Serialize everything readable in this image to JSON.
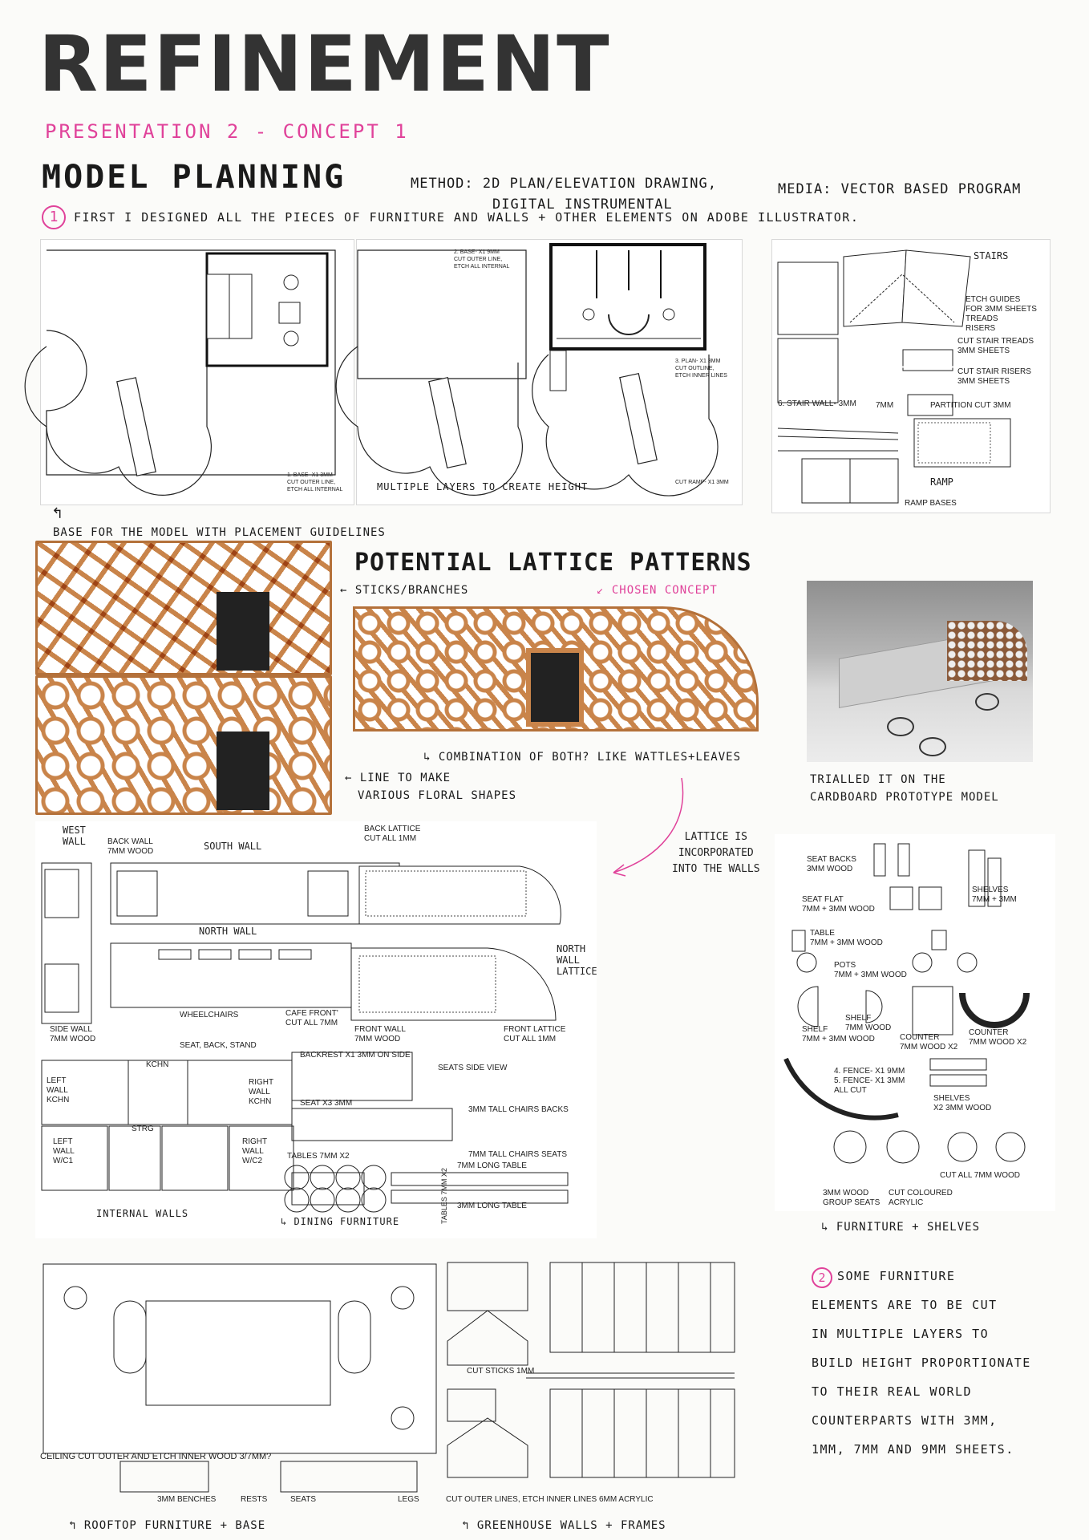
{
  "header": {
    "title": "REFINEMENT",
    "subtitle": "PRESENTATION 2 - CONCEPT 1"
  },
  "planning": {
    "heading": "MODEL PLANNING",
    "method": "METHOD: 2D PLAN/ELEVATION DRAWING,",
    "method2": "DIGITAL INSTRUMENTAL",
    "media": "MEDIA: VECTOR BASED PROGRAM",
    "step1_num": "1",
    "step1_text": "FIRST I DESIGNED ALL THE PIECES OF FURNITURE AND WALLS + OTHER ELEMENTS ON ADOBE ILLUSTRATOR.",
    "base1_label": "1. BASE- x1 3mm\nCUT OUTER LINE,\nETCH ALL INTERNAL",
    "base2_label": "2. BASE- x1 9mm\nCUT OUTER LINE,\nETCH ALL INTERNAL",
    "plan_label": "3. PLAN- x1 3mm\nCUT OUTLINE,\nETCH INNER LINES",
    "cut_ramp": "CUT RAMP- x1 3mm",
    "layers_note": "MULTIPLE LAYERS TO CREATE HEIGHT",
    "base_note": "BASE FOR THE MODEL WITH PLACEMENT GUIDELINES",
    "stairs": "STAIRS",
    "etch_guides": "ETCH GUIDES\nFOR 3mm SHEETS\nTREADS\nRISERS",
    "cut_treads": "CUT STAIR TREADS\n3mm SHEETS",
    "cut_risers": "CUT STAIR RISERS\n3mm SHEETS",
    "stair_wall": "6. STAIR WALL- 3mm",
    "seven_mm": "7MM",
    "partition": "PARTITION CUT 3MM",
    "ramp": "RAMP",
    "ramp_bases": "RAMP BASES"
  },
  "lattice": {
    "heading": "POTENTIAL LATTICE PATTERNS",
    "sticks": "STICKS/BRANCHES",
    "chosen": "CHOSEN CONCEPT",
    "combo": "COMBINATION OF BOTH? LIKE WATTLES+LEAVES",
    "line1": "LINE TO MAKE",
    "line2": "VARIOUS FLORAL SHAPES",
    "trial1": "TRIALLED IT ON THE",
    "trial2": "CARDBOARD PROTOTYPE MODEL",
    "incorporated": "LATTICE IS\nINCORPORATED\nINTO THE WALLS"
  },
  "walls": {
    "west": "WEST\nWALL",
    "back_wall": "BACK WALL\n7MM WOOD",
    "south": "SOUTH WALL",
    "back_lattice": "BACK LATTICE\nCUT ALL 1MM",
    "north": "NORTH WALL",
    "north_lattice": "NORTH\nWALL\nLATTICE",
    "side_wall": "SIDE WALL\n7MM WOOD",
    "wheelchairs": "WHEELCHAIRS",
    "seat_back_stand": "SEAT, BACK, STAND",
    "cafe_front": "CAFE FRONT'\nCUT ALL 7MM",
    "front_wall": "FRONT WALL\n7MM WOOD",
    "front_lattice": "FRONT LATTICE\nCUT ALL 1MM",
    "kchn": "KCHN",
    "left_wall_kchn": "LEFT\nWALL\nKCHN",
    "right_wall_kchn": "RIGHT\nWALL\nKCHN",
    "strg": "STRG",
    "left_wall_wc1": "LEFT\nWALL\nW/C1",
    "right_wall_wc2": "RIGHT\nWALL\nW/C2",
    "internal": "INTERNAL WALLS",
    "backrest": "BACKREST x1 3MM ON SIDE",
    "seats_side": "SEATS SIDE VIEW",
    "seat_x3": "SEAT x3 3MM",
    "tall_backs": "3MM TALL CHAIRS BACKS",
    "tall_seats": "7MM TALL CHAIRS SEATS",
    "long_table7": "7MM LONG TABLE",
    "long_table3": "3MM LONG TABLE",
    "tables7": "TABLES 7MM x2",
    "tables7v": "TABLES 7MM x2",
    "dining": "DINING FURNITURE"
  },
  "furniture": {
    "seat_backs": "SEAT BACKS\n3MM WOOD",
    "seat_flat": "SEAT FLAT\n7MM + 3MM WOOD",
    "shelves_top": "SHELVES\n7MM + 3MM",
    "table": "TABLE\n7MM + 3MM WOOD",
    "pots": "POTS\n7MM + 3MM WOOD",
    "shelf1": "SHELF\n7MM + 3MM WOOD",
    "shelf2": "SHELF\n7MM WOOD",
    "counter1": "COUNTER\n7MM WOOD x2",
    "counter2": "COUNTER\n7MM WOOD x2",
    "fence": "4. FENCE- x1 9mm\n5. FENCE- x1 3mm\nALL CUT",
    "shelves_x2": "SHELVES\nx2 3MM WOOD",
    "group_seats": "3MM WOOD\nGROUP SEATS",
    "acrylic": "CUT COLOURED\nACRYLIC",
    "cut_all7": "CUT ALL 7MM WOOD",
    "caption": "FURNITURE + SHELVES"
  },
  "rooftop": {
    "ceiling": "CEILING CUT OUTER AND ETCH INNER WOOD 3/7MM?",
    "benches": "3MM BENCHES",
    "rests": "RESTS",
    "seats": "SEATS",
    "legs": "LEGS",
    "caption": "ROOFTOP FURNITURE + BASE"
  },
  "greenhouse": {
    "cut_sticks": "CUT STICKS 1MM",
    "cut_outer": "CUT OUTER LINES, ETCH INNER LINES 6MM ACRYLIC",
    "caption": "GREENHOUSE WALLS + FRAMES"
  },
  "step2": {
    "num": "2",
    "lines": [
      "SOME FURNITURE",
      "ELEMENTS ARE TO BE CUT",
      "IN MULTIPLE LAYERS TO",
      "BUILD HEIGHT PROPORTIONATE",
      "TO THEIR REAL WORLD",
      "COUNTERPARTS WITH 3MM,",
      "1MM, 7MM AND 9MM SHEETS."
    ]
  },
  "colors": {
    "accent": "#e0429a",
    "wood": "#c9844a",
    "ink": "#1a1a1a"
  }
}
